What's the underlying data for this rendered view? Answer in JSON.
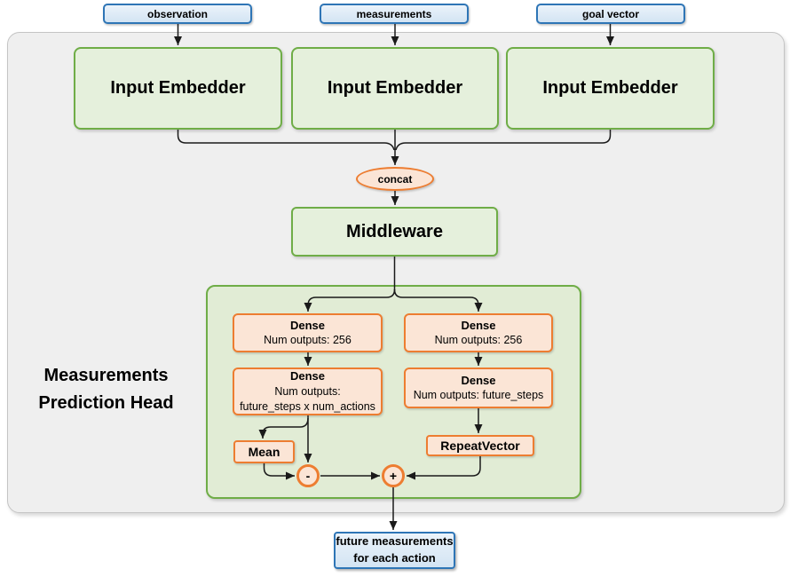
{
  "diagram": {
    "inputs": [
      {
        "label": "observation"
      },
      {
        "label": "measurements"
      },
      {
        "label": "goal vector"
      }
    ],
    "embedders": [
      {
        "label": "Input Embedder"
      },
      {
        "label": "Input Embedder"
      },
      {
        "label": "Input Embedder"
      }
    ],
    "concat_label": "concat",
    "middleware_label": "Middleware",
    "head": {
      "title_line1": "Measurements",
      "title_line2": "Prediction Head",
      "left_branch": {
        "dense1": {
          "title": "Dense",
          "subtitle": "Num outputs: 256"
        },
        "dense2": {
          "title": "Dense",
          "subtitle_line1": "Num outputs:",
          "subtitle_line2": "future_steps x num_actions"
        },
        "mean_label": "Mean",
        "minus_label": "-"
      },
      "right_branch": {
        "dense1": {
          "title": "Dense",
          "subtitle": "Num outputs: 256"
        },
        "dense2": {
          "title": "Dense",
          "subtitle": "Num outputs: future_steps"
        },
        "repeat_label": "RepeatVector",
        "plus_label": "+"
      }
    },
    "output": {
      "line1": "future measurements",
      "line2": "for each action"
    },
    "colors": {
      "blue_border": "#2E75B6",
      "blue_fill_top": "#EBF3FB",
      "blue_fill_bot": "#D3E4F3",
      "green_border": "#6FAD47",
      "green_fill": "#E5F0DC",
      "head_fill": "#E1ECD5",
      "orange_border": "#ED7D31",
      "peach_fill": "#FBE5D6",
      "gray_border": "#C4C4C4",
      "gray_fill": "#EFEFEF",
      "line": "#1a1a1a",
      "text": "#000000"
    }
  }
}
